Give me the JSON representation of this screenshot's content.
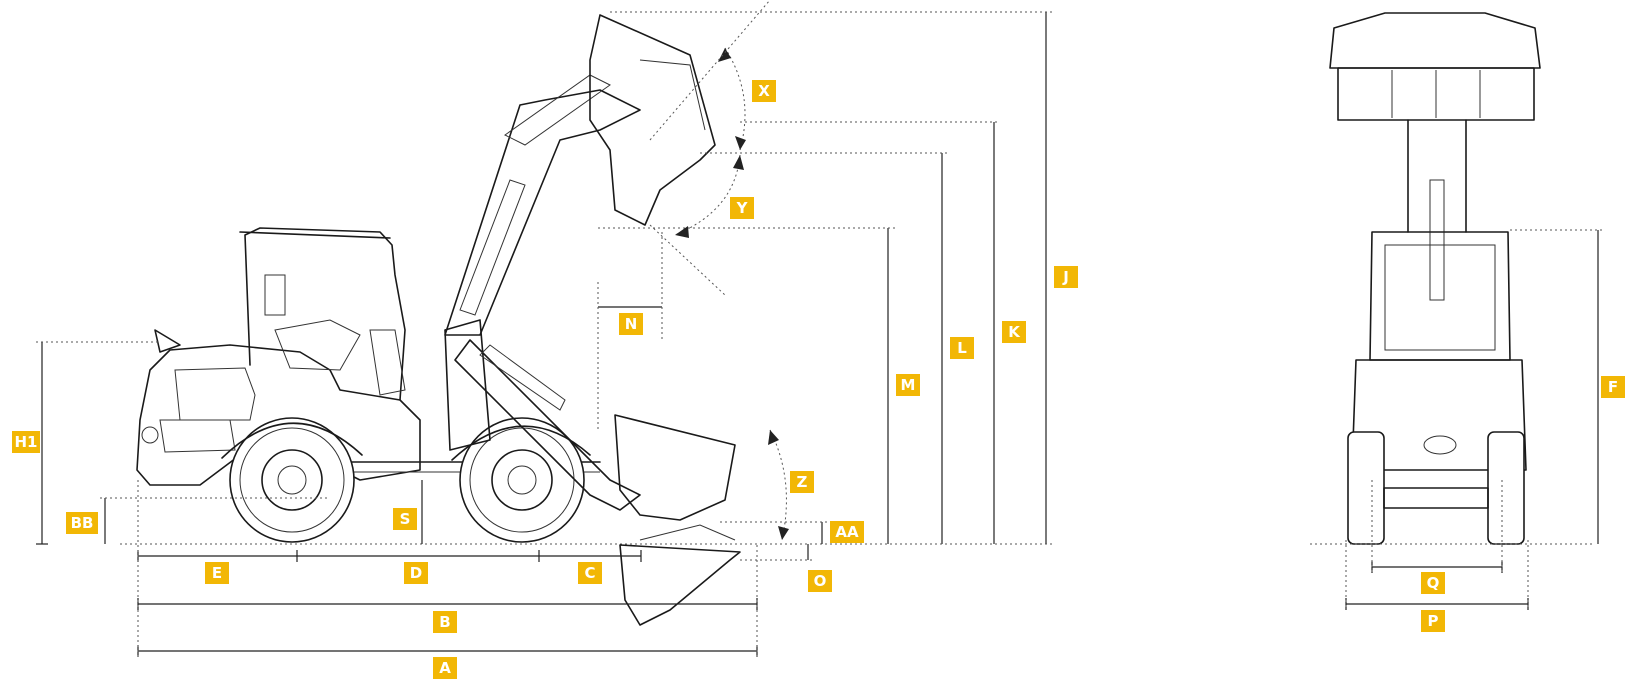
{
  "accent_color": "#f2b705",
  "dimension_labels": {
    "A": "A",
    "B": "B",
    "C": "C",
    "D": "D",
    "E": "E",
    "F": "F",
    "H1": "H1",
    "J": "J",
    "K": "K",
    "L": "L",
    "M": "M",
    "N": "N",
    "O": "O",
    "P": "P",
    "Q": "Q",
    "S": "S",
    "X": "X",
    "Y": "Y",
    "Z": "Z",
    "AA": "AA",
    "BB": "BB"
  },
  "views": {
    "side": "side-view-wheel-loader",
    "front": "front-view-wheel-loader"
  }
}
